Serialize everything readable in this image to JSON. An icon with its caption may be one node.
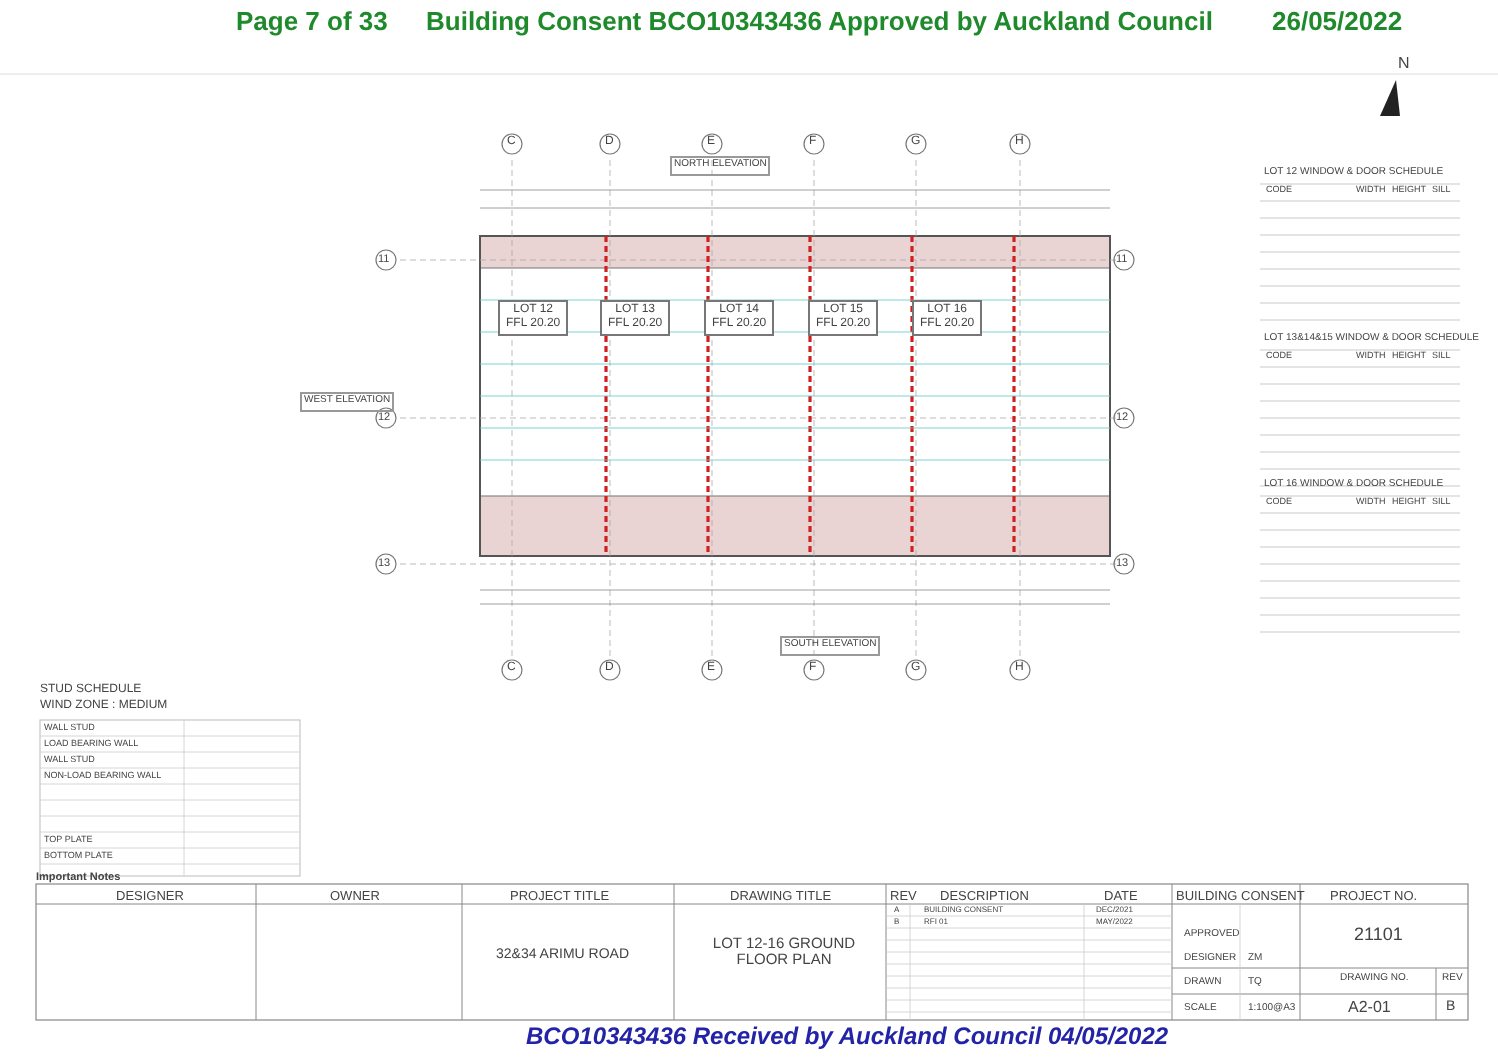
{
  "diagram": {
    "title": "Building Consent BCO10343436 Approved by Auckland Council",
    "caption": "BCO10343436 Received by Auckland Council 04/05/2022",
    "nodes": [
      {
        "text": [
          "LOT 12",
          "FFL 20.20"
        ]
      },
      {
        "text": [
          "LOT 13",
          "FFL 20.20"
        ]
      },
      {
        "text": [
          "LOT 14",
          "FFL 20.20"
        ]
      },
      {
        "text": [
          "LOT 15",
          "FFL 20.20"
        ]
      },
      {
        "text": [
          "LOT 16",
          "FFL 20.20"
        ]
      }
    ],
    "edges": [],
    "labels": [
      "Page 7 of 33",
      "26/05/2022",
      "N",
      "LOT 12 WINDOW & DOOR SCHEDULE",
      "CODE",
      "WIDTH",
      "HEIGHT",
      "SILL",
      "LOT 13&14&15 WINDOW & DOOR SCHEDULE",
      "CODE",
      "WIDTH",
      "HEIGHT",
      "SILL",
      "LOT 16 WINDOW & DOOR SCHEDULE",
      "CODE",
      "WIDTH",
      "HEIGHT",
      "SILL",
      "C",
      "D",
      "E",
      "F",
      "G",
      "H",
      "11",
      "12",
      "13",
      "11",
      "12",
      "13",
      "C",
      "D",
      "E",
      "F",
      "G",
      "H",
      "NORTH ELEVATION",
      "WEST ELEVATION",
      "SOUTH ELEVATION",
      "STUD SCHEDULE",
      "WIND ZONE : MEDIUM",
      "WALL STUD",
      "LOAD BEARING WALL",
      "WALL STUD",
      "NON-LOAD BEARING WALL",
      "TOP PLATE",
      "BOTTOM PLATE",
      "Important Notes",
      "DESIGNER",
      "OWNER",
      "PROJECT TITLE",
      "DRAWING TITLE",
      "REV",
      "DESCRIPTION",
      "DATE",
      "BUILDING CONSENT",
      "PROJECT NO.",
      "32&34 ARIMU ROAD",
      "LOT 12-16 GROUND FLOOR PLAN",
      "A",
      "BUILDING CONSENT",
      "DEC/2021",
      "B",
      "RFI 01",
      "MAY/2022",
      "APPROVED",
      "DESIGNER",
      "ZM",
      "DRAWN",
      "TQ",
      "SCALE",
      "1:100@A3",
      "21101",
      "DRAWING NO.",
      "REV",
      "A2-01",
      "B"
    ]
  }
}
